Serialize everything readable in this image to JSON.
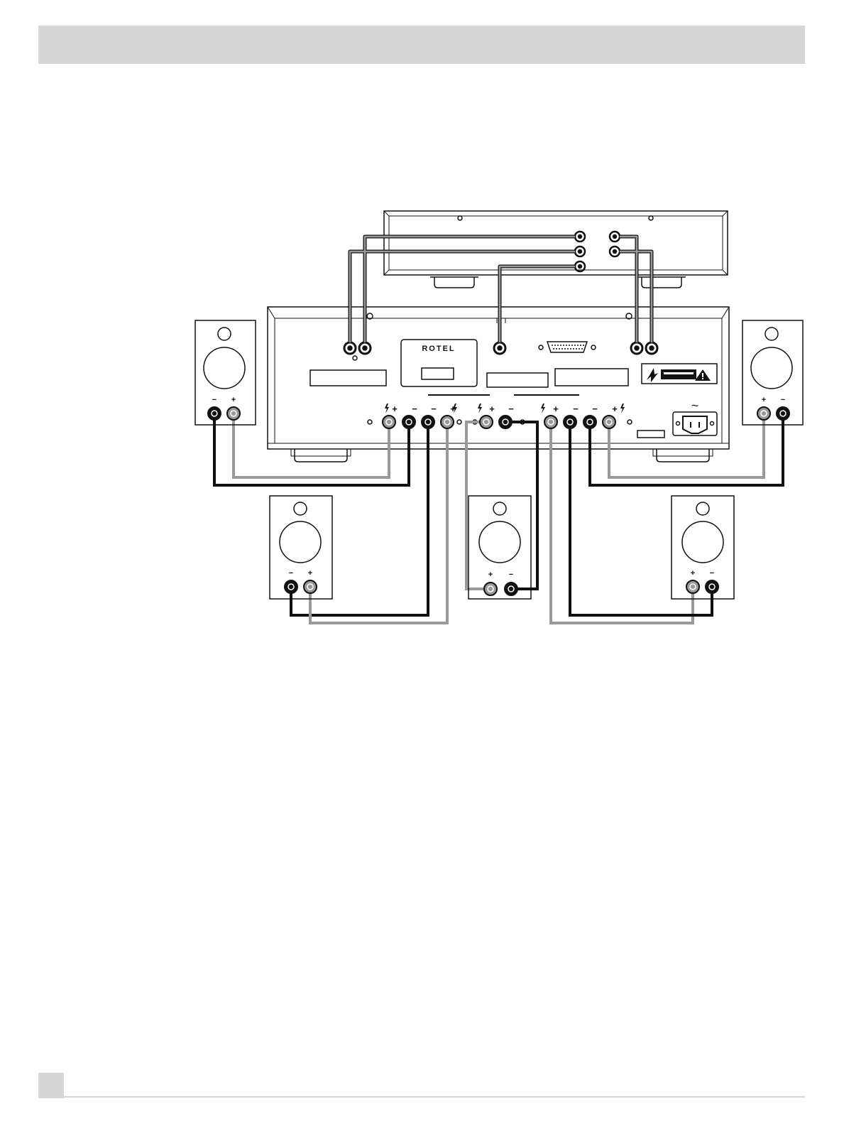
{
  "brand": {
    "logo_text": "ROTEL"
  },
  "terminals": {
    "plus": "+",
    "minus": "−",
    "ac_symbol": "~"
  },
  "colors": {
    "cable_positive": "#999999",
    "cable_negative": "#111111",
    "panel_stroke": "#111111",
    "header_bar": "#d6d6d6"
  },
  "speakers": [
    {
      "id": "front-left",
      "left_terminal": "−",
      "right_terminal": "+"
    },
    {
      "id": "front-right",
      "left_terminal": "+",
      "right_terminal": "−"
    },
    {
      "id": "rear-left",
      "left_terminal": "−",
      "right_terminal": "+"
    },
    {
      "id": "center",
      "left_terminal": "+",
      "right_terminal": "−"
    },
    {
      "id": "rear-right",
      "left_terminal": "+",
      "right_terminal": "−"
    }
  ],
  "icons": [
    "speaker-icon",
    "warning-triangle-icon",
    "lightning-icon",
    "ac-inlet-icon",
    "screw-icon"
  ]
}
